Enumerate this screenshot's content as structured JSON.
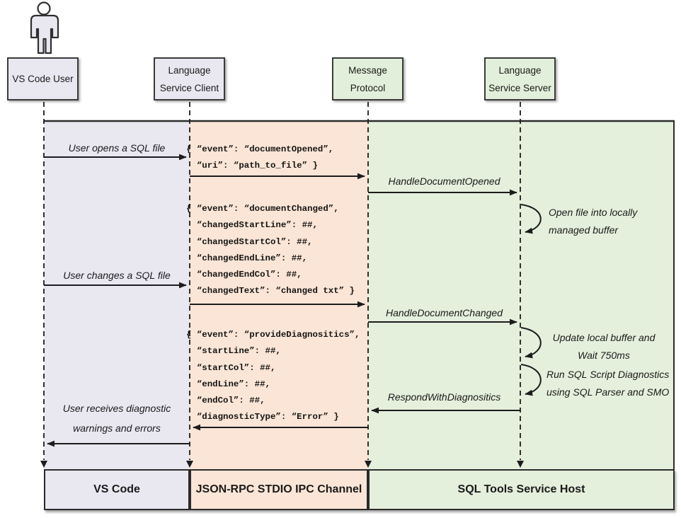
{
  "header": {
    "user": "VS Code User",
    "client": "Language Service Client",
    "protocol": "Message Protocol",
    "server": "Language Service Server"
  },
  "footer": {
    "vscode": "VS Code",
    "ipc": "JSON-RPC STDIO IPC Channel",
    "host": "SQL Tools Service Host"
  },
  "labels": {
    "user_opens": "User opens a SQL file",
    "user_changes": "User changes a SQL file",
    "user_receives": "User receives diagnostic\nwarnings and errors",
    "handle_opened": "HandleDocumentOpened",
    "handle_changed": "HandleDocumentChanged",
    "respond": "RespondWithDiagnositics",
    "note_open": "Open file into locally\nmanaged buffer",
    "note_update": "Update local buffer and\nWait 750ms",
    "note_run": "Run SQL Script Diagnostics\nusing SQL Parser and SMO"
  },
  "payloads": {
    "opened": "{ “event”: “documentOpened”,\n  “uri”: “path_to_file” }",
    "changed": "{ “event”: “documentChanged”,\n  “changedStartLine”: ##,\n  “changedStartCol”: ##,\n  “changedEndLine”: ##,\n  “changedEndCol”: ##,\n  “changedText”: “changed txt” }",
    "diagnostics": "{ “event”: “provideDiagnositics”,\n  “startLine”: ##,\n  “startCol”: ##,\n  “endLine”: ##,\n  “endCol”: ##,\n  “diagnosticType”: “Error” }"
  },
  "colors": {
    "lane_user": "#e9e7f0",
    "lane_ipc": "#fbe5d6",
    "lane_host": "#e4efdc",
    "header_green": "#e2efda",
    "line": "#1c1c1c"
  }
}
